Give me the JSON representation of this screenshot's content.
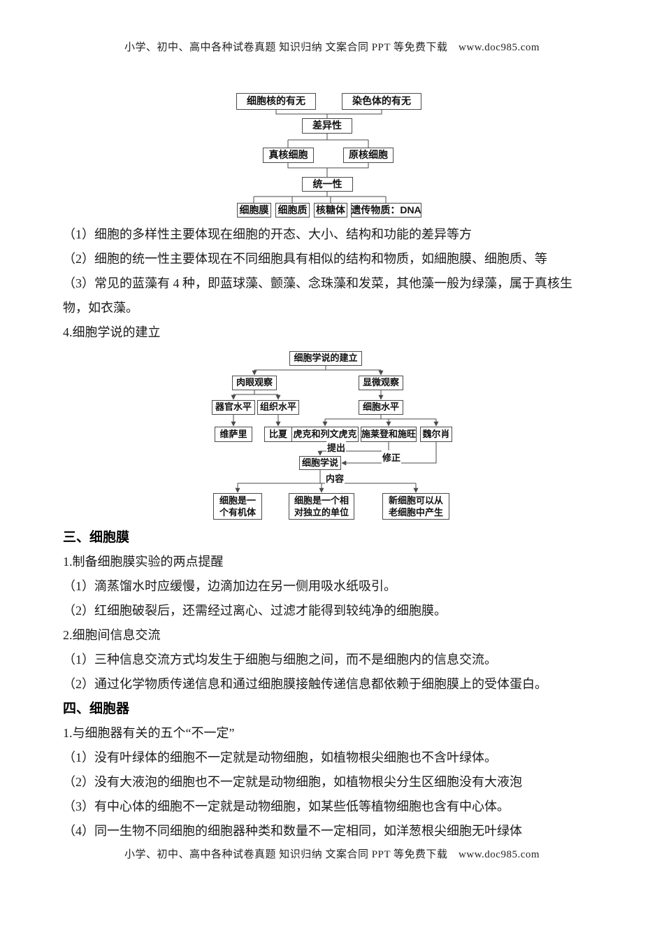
{
  "header": {
    "text": "小学、初中、高中各种试卷真题 知识归纳 文案合同 PPT 等免费下载　www.doc985.com"
  },
  "footer": {
    "text": "小学、初中、高中各种试卷真题 知识归纳 文案合同 PPT 等免费下载　www.doc985.com"
  },
  "chart1": {
    "nucleus": "细胞核的有无",
    "chromosome": "染色体的有无",
    "difference": "差异性",
    "eukaryote": "真核细胞",
    "prokaryote": "原核细胞",
    "unity": "统一性",
    "membrane": "细胞膜",
    "cytoplasm": "细胞质",
    "ribosome": "核糖体",
    "genetic": "遗传物质：DNA"
  },
  "intro": {
    "lines": [
      "（1）细胞的多样性主要体现在细胞的开态、大小、结构和功能的差异等方",
      "（2）细胞的统一性主要体现在不同细胞具有相似的结构和物质，如細胞膜、细胞质、等",
      "（3）常见的蓝藻有 4 种，即蓝球藻、颤藻、念珠藻和发菜，其他藻一般为绿藻，属于真核生",
      "物，如衣藻。",
      "4.细胞学说的建立"
    ]
  },
  "chart2": {
    "title": "细胞学说的建立",
    "naked_eye": "肉眼观察",
    "micro": "显微观察",
    "organ": "器官水平",
    "tissue": "组织水平",
    "cell": "细胞水平",
    "vesalius": "维萨里",
    "bichat": "比夏",
    "hooke": "虎克和列文虎克",
    "schleiden": "施莱登和施旺",
    "virchow": "魏尔肖",
    "theory": "细胞学说",
    "propose": "提出",
    "revise": "修正",
    "content_label": "内容",
    "content1": "细胞是一个有机体",
    "content2": "细胞是一个相对独立的单位",
    "content3": "新细胞可以从老细胞中产生"
  },
  "membrane": {
    "heading": "三、细胞膜",
    "lines": [
      "1.制备细胞膜实验的两点提醒",
      "（1）滴蒸馏水时应缓慢，边滴加边在另一侧用吸水纸吸引。",
      "（2）红细胞破裂后，还需经过离心、过滤才能得到较纯净的细胞膜。",
      "2.细胞间信息交流",
      "（1）三种信息交流方式均发生于细胞与细胞之间，而不是细胞内的信息交流。",
      "（2）通过化学物质传递信息和通过细胞膜接触传递信息都依赖于细胞膜上的受体蛋白。"
    ]
  },
  "organelle": {
    "heading": "四、细胞器",
    "lines": [
      "1.与细胞器有关的五个“不一定”",
      "（1）没有叶绿体的细胞不一定就是动物细胞，如植物根尖细胞也不含叶绿体。",
      "（2）没有大液泡的细胞也不一定就是动物细胞，如植物根尖分生区细胞没有大液泡",
      "（3）有中心体的细胞不一定就是动物细胞，如某些低等植物细胞也含有中心体。",
      "（4）同一生物不同细胞的细胞器种类和数量不一定相同，如洋葱根尖细胞无叶绿体"
    ]
  }
}
